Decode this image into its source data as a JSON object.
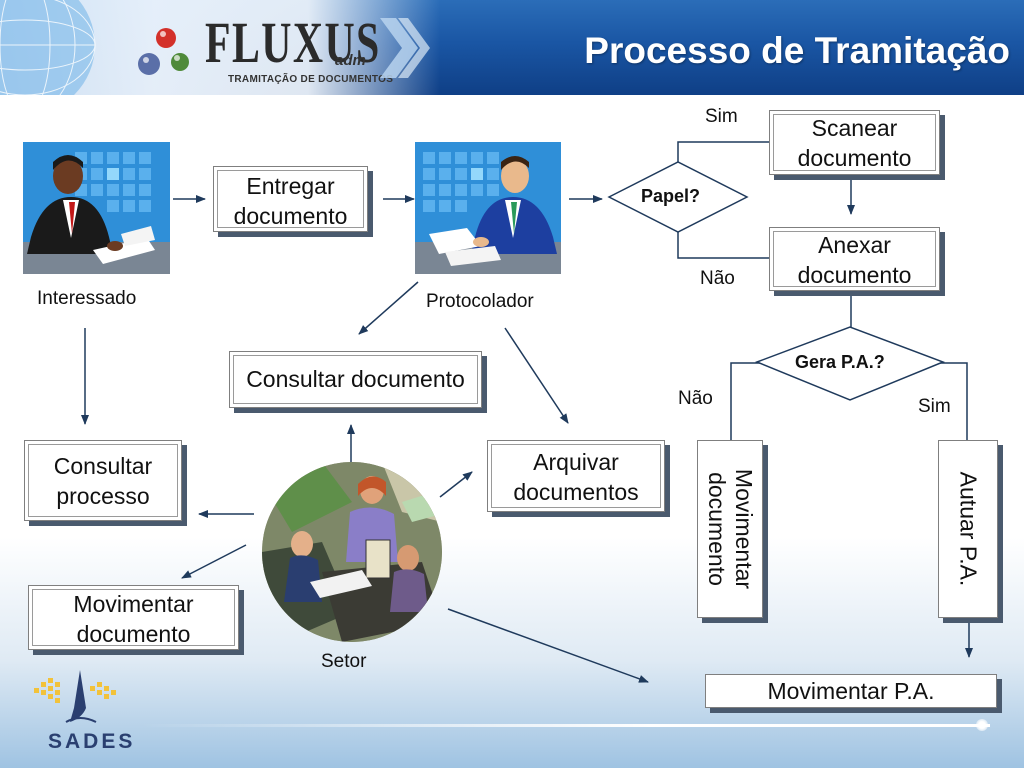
{
  "header": {
    "title": "Processo de Tramitação",
    "logo_word": "FLUXUS",
    "logo_adm": "adm",
    "logo_sub": "TRAMITAÇÃO DE DOCUMENTOS"
  },
  "actors": {
    "interessado": "Interessado",
    "protocolador": "Protocolador",
    "setor": "Setor"
  },
  "boxes": {
    "entregar": [
      "Entregar",
      "documento"
    ],
    "consultar_documento": "Consultar documento",
    "consultar_processo": [
      "Consultar",
      "processo"
    ],
    "movimentar_documento_left": [
      "Movimentar",
      "documento"
    ],
    "arquivar": [
      "Arquivar",
      "documentos"
    ],
    "scanear": [
      "Scanear",
      "documento"
    ],
    "anexar": [
      "Anexar",
      "documento"
    ],
    "movimentar_documento_vertical": [
      "Movimentar",
      "documento"
    ],
    "autuar": "Autuar P.A.",
    "movimentar_pa": "Movimentar P.A."
  },
  "decisions": {
    "papel": "Papel?",
    "gera_pa": "Gera P.A.?"
  },
  "branch_labels": {
    "papel_yes": "Sim",
    "papel_no": "Não",
    "gera_no": "Não",
    "gera_yes": "Sim"
  },
  "footer": {
    "brand": "SADES"
  },
  "colors": {
    "header_blue": "#1a56a4",
    "arrow": "#1f3a5c",
    "picture_blue": "#2f8fd8"
  }
}
